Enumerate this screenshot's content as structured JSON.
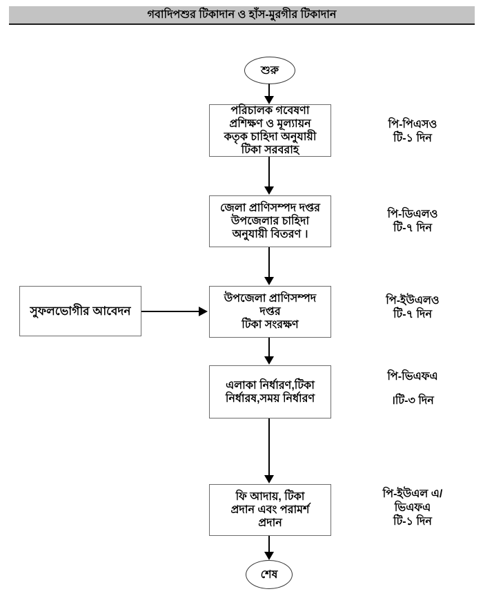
{
  "title": "গবাদিপশুর টিকাদান ও হাঁস-মুরগীর টিকাদান",
  "colors": {
    "title_bar_bg": "#c3c3c3",
    "box_border": "#6b6b6b",
    "arrow_color": "#000000",
    "title_rule": "#1c1c1c"
  },
  "flow": {
    "start_label": "শুরু",
    "end_label": "শেষ",
    "left_box": {
      "text": "সুফলভোগীর আবেদন"
    },
    "boxes": [
      {
        "lines": [
          "পরিচালক গবেষণা",
          "প্রশিক্ষণ ও মূল্যায়ন",
          "কতৃক চাহিদা অনুযায়ী",
          "টিকা সরবরাহ"
        ]
      },
      {
        "lines": [
          "জেলা প্রাণিসম্পদ দপ্তর",
          "উপজেলার চাহিদা",
          "অনুযায়ী বিতরণ ।"
        ]
      },
      {
        "lines": [
          "উপজেলা প্রাণিসম্পদ",
          "দপ্তর",
          "টিকা সংরক্ষণ"
        ]
      },
      {
        "lines": [
          "এলাকা নির্ধারণ,টিকা",
          "নির্ধারষ,সময় নির্ধারণ"
        ]
      },
      {
        "lines": [
          "ফি আদায়, টিকা",
          "প্রদান এবং পরামর্শ",
          "প্রদান"
        ]
      }
    ],
    "side_labels": [
      {
        "lines": [
          "পি-পিএসও",
          "টি-১ দিন"
        ]
      },
      {
        "lines": [
          "পি-ডিএলও",
          "টি-৭ দিন"
        ]
      },
      {
        "lines": [
          "পি-ইউএলও",
          "টি-৭ দিন"
        ]
      },
      {
        "lines": [
          "পি-ভিএফএ",
          "।টি-৩ দিন"
        ]
      },
      {
        "lines": [
          "পি-ইউএল এ/",
          "ভিএফএ",
          "টি-১ দিন"
        ]
      }
    ]
  }
}
